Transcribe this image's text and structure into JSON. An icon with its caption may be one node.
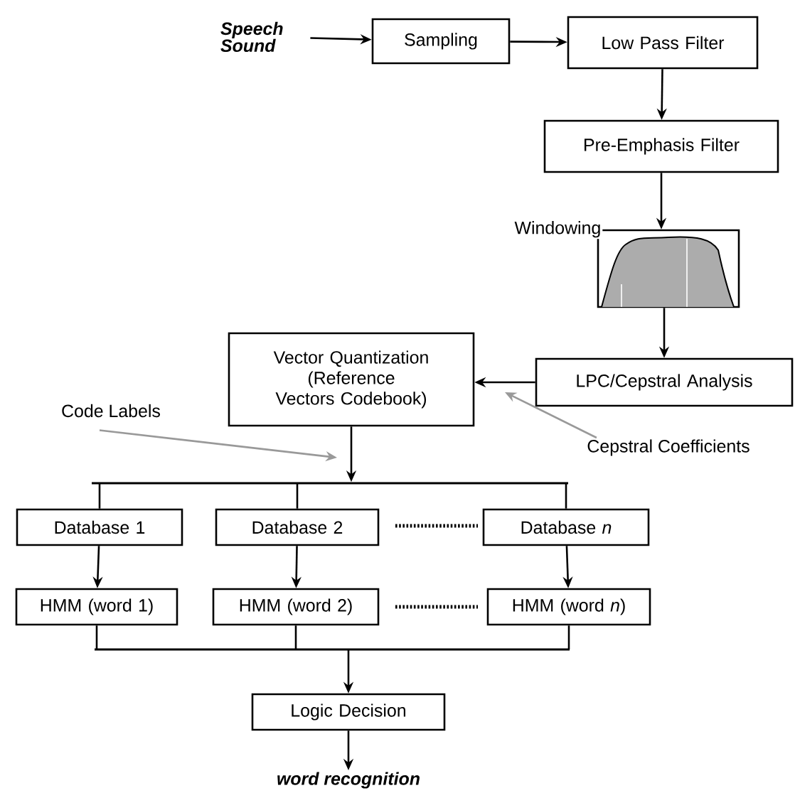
{
  "diagram": {
    "nodes": [
      {
        "text": [
          "Speech Sound"
        ]
      },
      {
        "text": [
          "Sampling"
        ]
      },
      {
        "text": [
          "Low Pass Filter"
        ]
      },
      {
        "text": [
          "Pre-Emphasis Filter"
        ]
      },
      {
        "text": [
          "Windowing"
        ]
      },
      {
        "text": [
          "Vector Quantization (Reference Vectors Codebook)"
        ]
      },
      {
        "text": [
          "LPC/Cepstral Analysis"
        ]
      },
      {
        "text": [
          "Code Labels"
        ]
      },
      {
        "text": [
          "Cepstral Coefficients"
        ]
      },
      {
        "text": [],
        "shape": "bar"
      },
      {
        "text": [
          "Database 1"
        ]
      },
      {
        "text": [
          "Database 2"
        ]
      },
      {
        "text": [
          "Database *n*"
        ]
      },
      {
        "text": [
          "HMM (word 1)"
        ]
      },
      {
        "text": [
          "HMM (word 2)"
        ]
      },
      {
        "text": [
          "HMM (word *n*)"
        ]
      },
      {
        "text": [],
        "shape": "bar"
      },
      {
        "text": [
          "Logic Decision"
        ]
      },
      {
        "text": [
          "word recognition"
        ]
      }
    ],
    "edges": [
      {
        "from": 0,
        "to": 1,
        "arrow": "to"
      },
      {
        "from": 1,
        "to": 2,
        "arrow": "to"
      },
      {
        "from": 2,
        "to": 3,
        "arrow": "to"
      },
      {
        "from": 3,
        "to": 4,
        "arrow": "to"
      },
      {
        "from": 4,
        "to": 6,
        "arrow": "to"
      },
      {
        "from": 6,
        "to": 5,
        "arrow": "to"
      },
      {
        "from": 7,
        "to": null,
        "arrow": "to",
        "color": "#999999"
      },
      {
        "from": 8,
        "to": null,
        "arrow": "to",
        "color": "#999999"
      },
      {
        "from": 5,
        "to": 9,
        "arrow": "to"
      },
      {
        "from": 9,
        "to": 10,
        "arrow": "none"
      },
      {
        "from": 9,
        "to": 11,
        "arrow": "none"
      },
      {
        "from": 9,
        "to": 12,
        "arrow": "none"
      },
      {
        "from": 10,
        "to": 13,
        "arrow": "to"
      },
      {
        "from": 11,
        "to": 14,
        "arrow": "to"
      },
      {
        "from": 12,
        "to": 15,
        "arrow": "to"
      },
      {
        "from": 13,
        "to": 16,
        "arrow": "none"
      },
      {
        "from": 14,
        "to": 16,
        "arrow": "none"
      },
      {
        "from": 15,
        "to": 16,
        "arrow": "none"
      },
      {
        "from": 16,
        "to": 17,
        "arrow": "to"
      },
      {
        "from": 17,
        "to": 18,
        "arrow": "to"
      }
    ]
  }
}
